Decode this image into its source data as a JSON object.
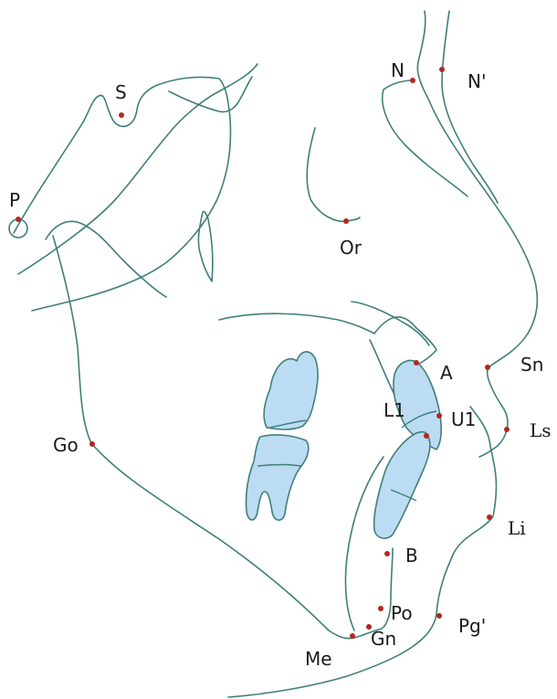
{
  "colors": {
    "trace": "#3f7f7a",
    "tooth_fill": "#bcdcf3",
    "landmark_dot": "#b3261e",
    "label_text": "#1a1a1a",
    "background": "#ffffff"
  },
  "landmarks": {
    "S": "S",
    "N": "N",
    "N_soft": "N'",
    "P": "P",
    "Or": "Or",
    "A": "A",
    "Sn": "Sn",
    "Ls": "Ls",
    "U1": "U1",
    "L1": "L1",
    "Go": "Go",
    "Li": "Li",
    "B": "B",
    "Po": "Po",
    "Pg_soft": "Pg'",
    "Gn": "Gn",
    "Me": "Me"
  }
}
